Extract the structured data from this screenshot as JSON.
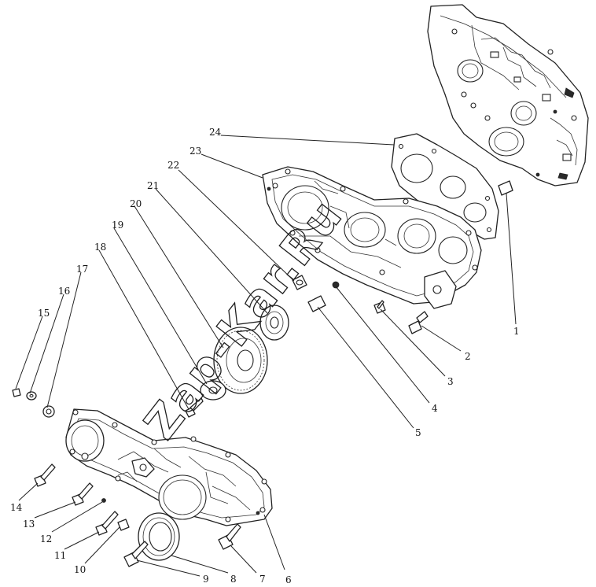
{
  "diagram": {
    "watermark": "Zap-Kar.Ru",
    "corner_mark": "",
    "callouts": [
      {
        "id": 1,
        "label": "1"
      },
      {
        "id": 2,
        "label": "2"
      },
      {
        "id": 3,
        "label": "3"
      },
      {
        "id": 4,
        "label": "4"
      },
      {
        "id": 5,
        "label": "5"
      },
      {
        "id": 6,
        "label": "6"
      },
      {
        "id": 7,
        "label": "7"
      },
      {
        "id": 8,
        "label": "8"
      },
      {
        "id": 9,
        "label": "9"
      },
      {
        "id": 10,
        "label": "10"
      },
      {
        "id": 11,
        "label": "11"
      },
      {
        "id": 12,
        "label": "12"
      },
      {
        "id": 13,
        "label": "13"
      },
      {
        "id": 14,
        "label": "14"
      },
      {
        "id": 15,
        "label": "15"
      },
      {
        "id": 16,
        "label": "16"
      },
      {
        "id": 17,
        "label": "17"
      },
      {
        "id": 18,
        "label": "18"
      },
      {
        "id": 19,
        "label": "19"
      },
      {
        "id": 20,
        "label": "20"
      },
      {
        "id": 21,
        "label": "21"
      },
      {
        "id": 22,
        "label": "22"
      },
      {
        "id": 23,
        "label": "23"
      },
      {
        "id": 24,
        "label": "24"
      }
    ]
  }
}
